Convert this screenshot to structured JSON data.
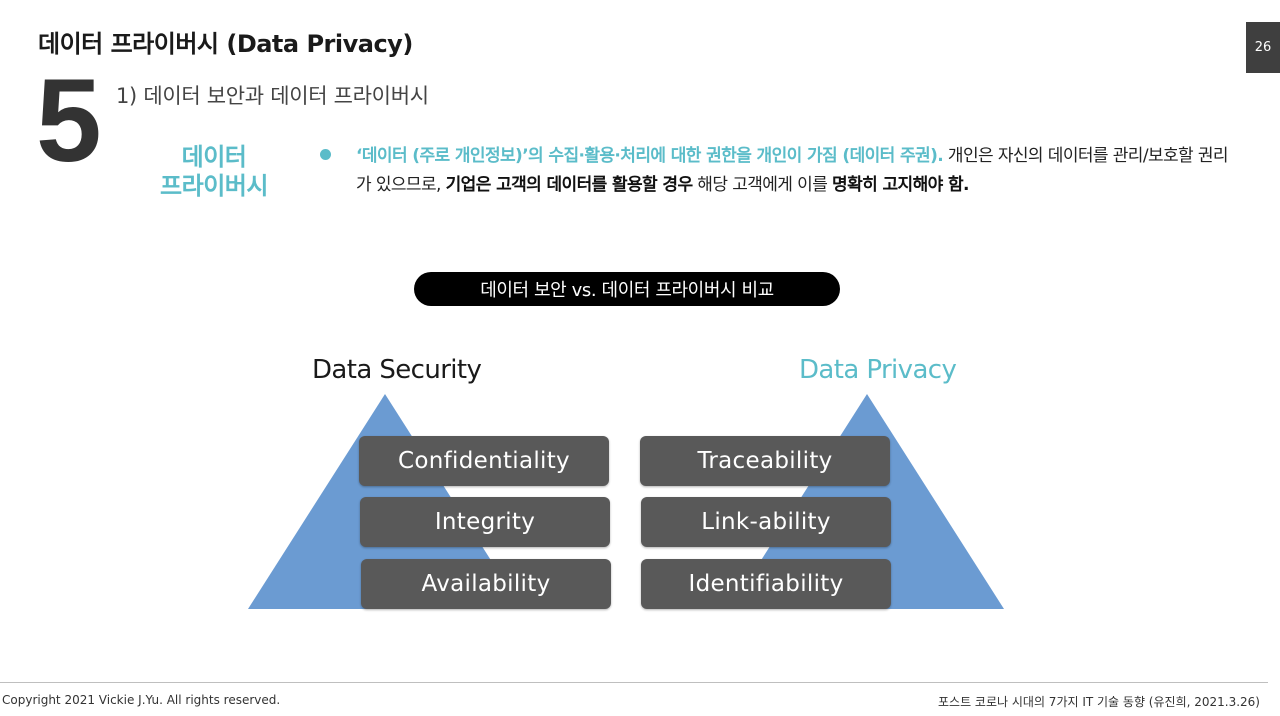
{
  "header": {
    "title": "데이터 프라이버시 (Data Privacy)",
    "page_number": "26",
    "section_number": "5",
    "subtitle": "1) 데이터 보안과 데이터 프라이버시"
  },
  "definition": {
    "label_line1": "데이터",
    "label_line2": "프라이버시",
    "highlight": "‘데이터 (주로 개인정보)’의 수집·활용·처리에 대한 권한을 개인이 가짐 (데이터 주권).",
    "text1": " 개인은 자신의 데이터를 관리/보호할 권리가 있으므로, ",
    "bold1": "기업은 고객의 데이터를 활용할 경우",
    "text2": " 해당 고객에게 이를 ",
    "bold2": "명확히 고지해야 함."
  },
  "comparison": {
    "title": "데이터 보안  vs. 데이터 프라이버시 비교",
    "left_title": "Data Security",
    "right_title": "Data Privacy",
    "left_items": [
      "Confidentiality",
      "Integrity",
      "Availability"
    ],
    "right_items": [
      "Traceability",
      "Link-ability",
      "Identifiability"
    ],
    "triangle_color": "#6b9bd2",
    "box_color": "#595959",
    "accent_color": "#5bbcc9"
  },
  "footer": {
    "copyright": "Copyright 2021 Vickie J.Yu. All rights reserved.",
    "source": "포스트 코로나 시대의 7가지 IT 기술 동향 (유진희, 2021.3.26)"
  }
}
